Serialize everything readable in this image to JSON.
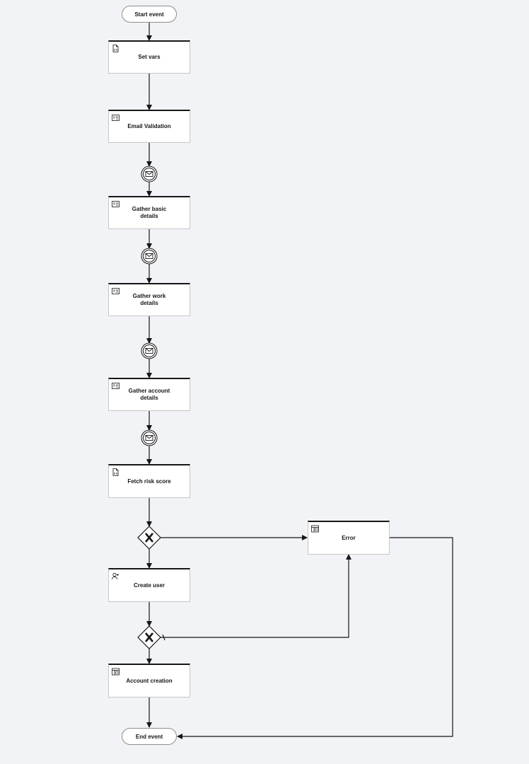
{
  "events": {
    "start": "Start event",
    "end": "End event"
  },
  "tasks": {
    "set_vars": {
      "label": "Set vars",
      "icon": "script-task-icon"
    },
    "email_validation": {
      "label": "Email Validation",
      "icon": "form-task-icon"
    },
    "gather_basic": {
      "label": "Gather basic\ndetails",
      "icon": "form-task-icon"
    },
    "gather_work": {
      "label": "Gather work\ndetails",
      "icon": "form-task-icon"
    },
    "gather_account": {
      "label": "Gather account\ndetails",
      "icon": "form-task-icon"
    },
    "fetch_risk": {
      "label": "Fetch risk score",
      "icon": "script-task-icon"
    },
    "create_user": {
      "label": "Create user",
      "icon": "user-task-icon"
    },
    "account_creation": {
      "label": "Account creation",
      "icon": "page-task-icon"
    },
    "error": {
      "label": "Error",
      "icon": "page-task-icon"
    }
  },
  "gateways": {
    "type": "exclusive",
    "marker": "X"
  },
  "intermediate_events": {
    "type": "message-catch",
    "count": 4
  },
  "colors": {
    "background": "#f2f3f7",
    "stroke": "#161616",
    "node_fill": "#ffffff",
    "node_border": "#c6c6c6"
  }
}
